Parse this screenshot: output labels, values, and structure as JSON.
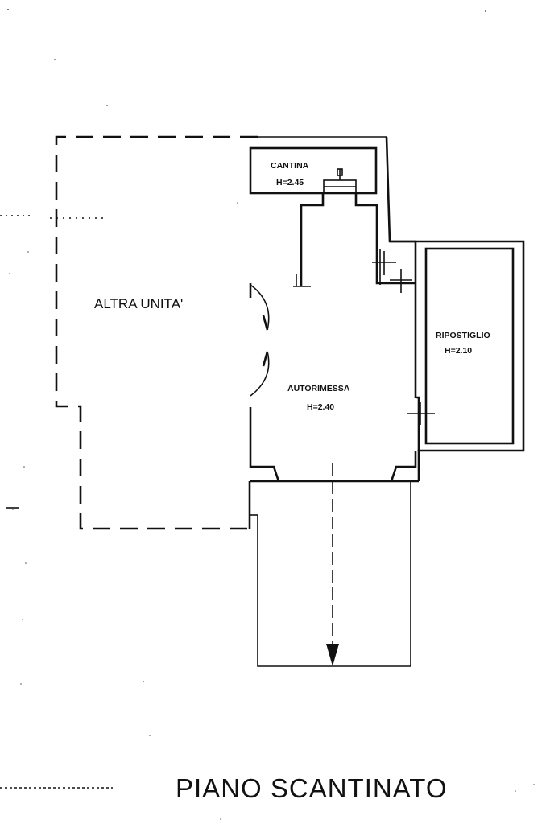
{
  "title": "PIANO SCANTINATO",
  "rooms": {
    "altra_unita": {
      "label": "ALTRA UNITA'"
    },
    "cantina": {
      "label": "CANTINA",
      "height": "H=2.45"
    },
    "autorimessa": {
      "label": "AUTORIMESSA",
      "height": "H=2.40"
    },
    "ripostiglio": {
      "label": "RIPOSTIGLIO",
      "height": "H=2.10"
    }
  }
}
